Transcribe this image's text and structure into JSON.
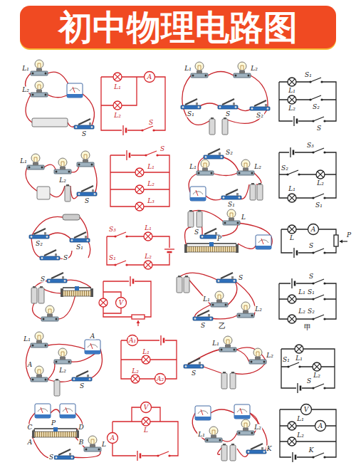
{
  "diagram": {
    "title": "初中物理电路图",
    "labels": [
      "L₁",
      "L₂",
      "S",
      "L₁",
      "A",
      "L₂",
      "S",
      "L₁",
      "L₂",
      "S₁",
      "S",
      "S₂",
      "L₁",
      "S₁",
      "L₂",
      "S₂",
      "S",
      "L₁",
      "L₂",
      "S",
      "S",
      "L₁",
      "L₂",
      "L₃",
      "S₂",
      "L₁",
      "L₂",
      "S₁",
      "S₃",
      "S₂",
      "L₂",
      "L₁",
      "S₁",
      "S₂",
      "S₁",
      "S",
      "S₃",
      "L₁",
      "S₁",
      "L₂",
      "L",
      "S",
      "P",
      "L",
      "A",
      "P",
      "S",
      "S",
      "V",
      "S",
      "L₁",
      "L₂",
      "S",
      "乙",
      "S",
      "L₁",
      "S₁",
      "L₂",
      "S₂",
      "甲",
      "L₁",
      "L₂",
      "A",
      "A",
      "S",
      "A₁",
      "L₁",
      "L₂",
      "A₂",
      "L₁",
      "L₂",
      "S",
      "L₁",
      "S₁",
      "L₂",
      "S",
      "C",
      "P",
      "D",
      "A",
      "B",
      "L",
      "S",
      "V",
      "L",
      "A",
      "L₁",
      "L₂",
      "K",
      "V",
      "L₁",
      "A",
      "L₂",
      "K"
    ]
  }
}
